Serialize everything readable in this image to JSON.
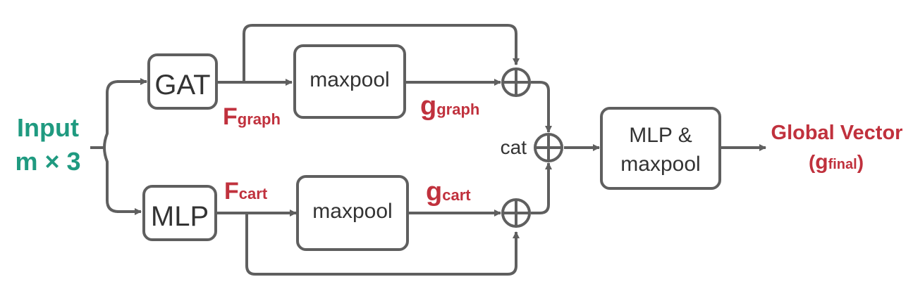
{
  "input": {
    "line1": "Input",
    "line2": "m × 3"
  },
  "nodes": {
    "gat": "GAT",
    "mlp": "MLP",
    "maxpool_top": "maxpool",
    "maxpool_bottom": "maxpool",
    "mlp_maxpool_line1": "MLP &",
    "mlp_maxpool_line2": "maxpool",
    "cat": "cat"
  },
  "labels": {
    "f_graph": {
      "main": "F",
      "sub": "graph"
    },
    "g_graph": {
      "main": "g",
      "sub": "graph"
    },
    "f_cart": {
      "main": "F",
      "sub": "cart"
    },
    "g_cart": {
      "main": "g",
      "sub": "cart"
    },
    "global_vector": "Global Vector",
    "g_final": {
      "open": "(",
      "main": "g",
      "sub": "final",
      "close": ")"
    }
  },
  "colors": {
    "accent_red": "#c0313d",
    "accent_teal": "#1f9a80",
    "stroke": "#5f5f5f",
    "text_dark": "#333333"
  }
}
